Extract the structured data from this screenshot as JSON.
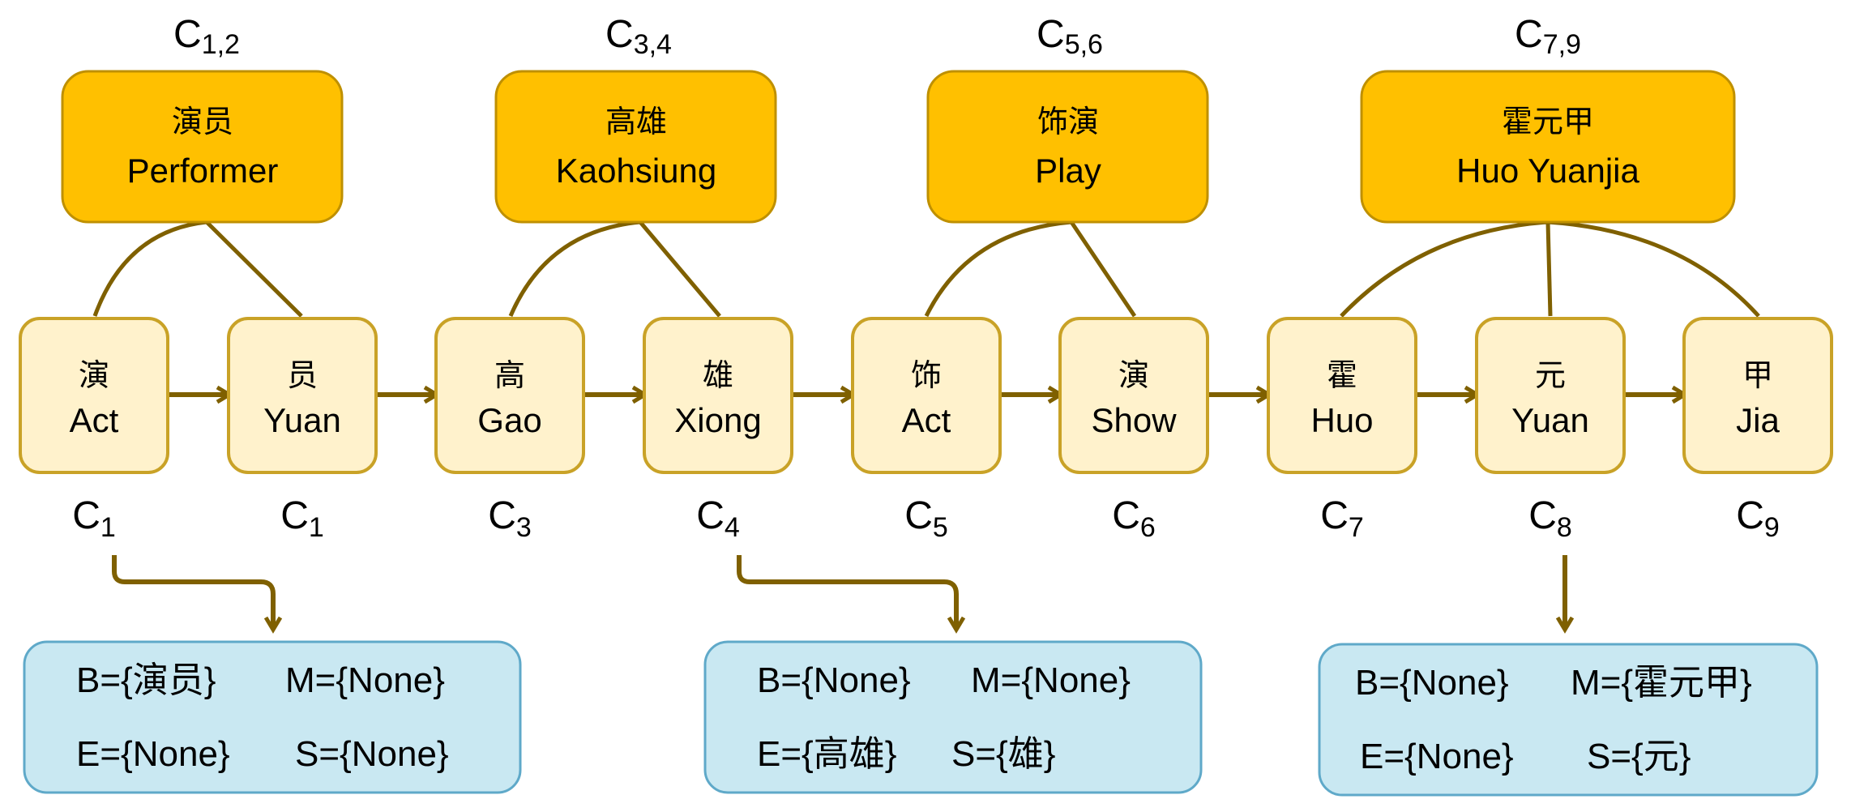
{
  "colors": {
    "word_fill": "#FFC000",
    "word_stroke": "#BF9000",
    "char_fill": "#FFF2CC",
    "char_stroke": "#C9A227",
    "connector": "#7F6000",
    "set_fill": "#C9E8F2",
    "set_stroke": "#5FA9C9",
    "text": "#000000"
  },
  "words": [
    {
      "id": "w12",
      "label": {
        "base": "C",
        "sub": "1,2"
      },
      "zh": "演员",
      "en": "Performer"
    },
    {
      "id": "w34",
      "label": {
        "base": "C",
        "sub": "3,4"
      },
      "zh": "高雄",
      "en": "Kaohsiung"
    },
    {
      "id": "w56",
      "label": {
        "base": "C",
        "sub": "5,6"
      },
      "zh": "饰演",
      "en": "Play"
    },
    {
      "id": "w79",
      "label": {
        "base": "C",
        "sub": "7,9"
      },
      "zh": "霍元甲",
      "en": "Huo Yuanjia"
    }
  ],
  "characters": [
    {
      "zh": "演",
      "en": "Act",
      "label": {
        "base": "C",
        "sub": "1"
      }
    },
    {
      "zh": "员",
      "en": "Yuan",
      "label": {
        "base": "C",
        "sub": "1"
      }
    },
    {
      "zh": "高",
      "en": "Gao",
      "label": {
        "base": "C",
        "sub": "3"
      }
    },
    {
      "zh": "雄",
      "en": "Xiong",
      "label": {
        "base": "C",
        "sub": "4"
      }
    },
    {
      "zh": "饰",
      "en": "Act",
      "label": {
        "base": "C",
        "sub": "5"
      }
    },
    {
      "zh": "演",
      "en": "Show",
      "label": {
        "base": "C",
        "sub": "6"
      }
    },
    {
      "zh": "霍",
      "en": "Huo",
      "label": {
        "base": "C",
        "sub": "7"
      }
    },
    {
      "zh": "元",
      "en": "Yuan",
      "label": {
        "base": "C",
        "sub": "8"
      }
    },
    {
      "zh": "甲",
      "en": "Jia",
      "label": {
        "base": "C",
        "sub": "9"
      }
    }
  ],
  "sets": [
    {
      "id": "s1",
      "row1": [
        "B={演员}",
        "M={None}"
      ],
      "row2": [
        "E={None}",
        "S={None}"
      ]
    },
    {
      "id": "s4",
      "row1": [
        "B={None}",
        "M={None}"
      ],
      "row2": [
        "E={高雄}",
        "S={雄}"
      ]
    },
    {
      "id": "s8",
      "row1": [
        "B={None}",
        "M={霍元甲}"
      ],
      "row2": [
        "E={None}",
        "S={元}"
      ]
    }
  ]
}
